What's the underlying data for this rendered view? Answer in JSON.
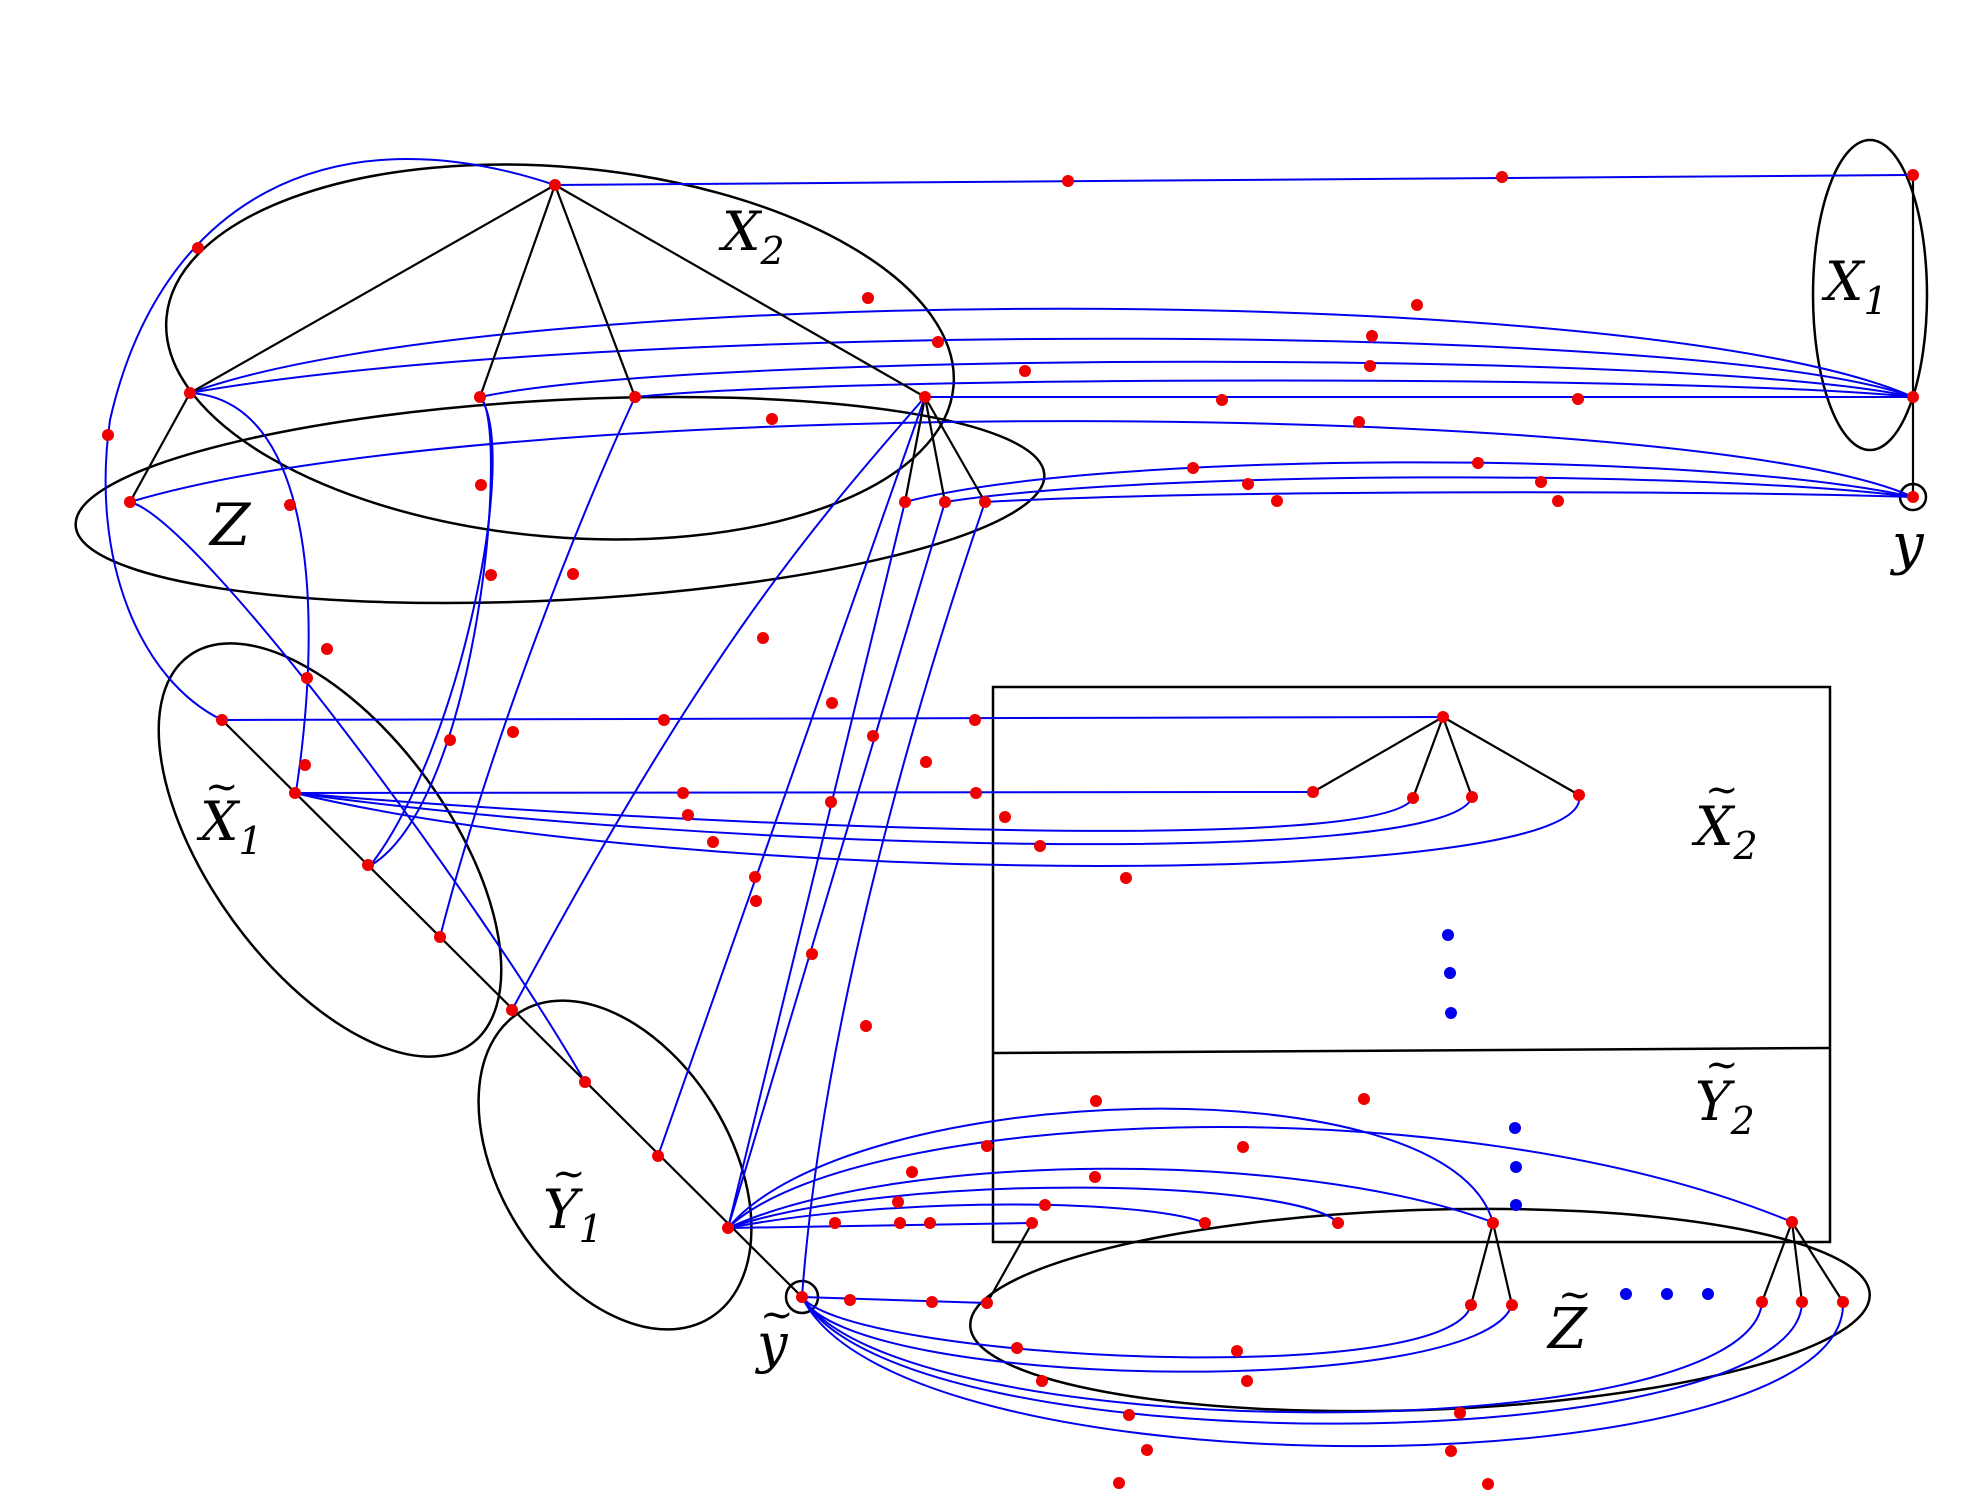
{
  "labels": {
    "x2": "X",
    "x2_sub": "2",
    "x1": "X",
    "x1_sub": "1",
    "z": "Z",
    "y": "y",
    "tx1": "X",
    "tx1_sub": "1",
    "tx2": "X",
    "tx2_sub": "2",
    "ty1": "Y",
    "ty1_sub": "1",
    "ty2": "Y",
    "ty2_sub": "2",
    "tz": "Z",
    "ty": "y"
  },
  "colors": {
    "tree_edge": "#000000",
    "connector": "#0000ee",
    "vertex": "#ee0000",
    "ellipsis_dot": "#0000ee"
  }
}
